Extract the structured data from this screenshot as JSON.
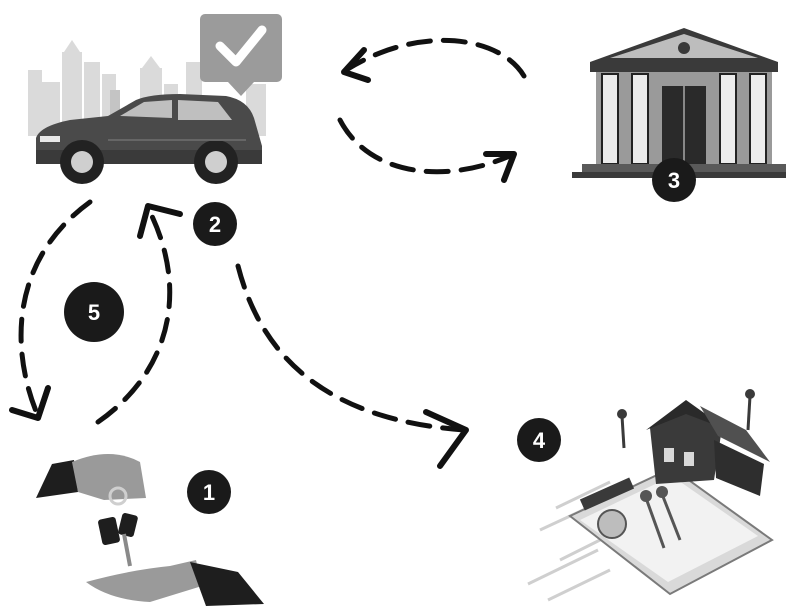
{
  "steps": [
    {
      "number": "1",
      "subject": "car-keys-handover"
    },
    {
      "number": "2",
      "subject": "car"
    },
    {
      "number": "3",
      "subject": "bank"
    },
    {
      "number": "4",
      "subject": "house-property-document"
    },
    {
      "number": "5",
      "subject": "keys-return-loop"
    }
  ],
  "icons": [
    "city-skyline-icon",
    "check-badge-icon",
    "car-icon",
    "bank-building-icon",
    "hand-with-keys-icon",
    "receiving-hand-icon",
    "house-icon",
    "document-with-keys-icon"
  ],
  "colors": {
    "badge": "#1a1a1a",
    "badge_text": "#ffffff",
    "arrow": "#111111",
    "skyline": "#d8d8d8",
    "check_tile": "#9a9a9a"
  }
}
